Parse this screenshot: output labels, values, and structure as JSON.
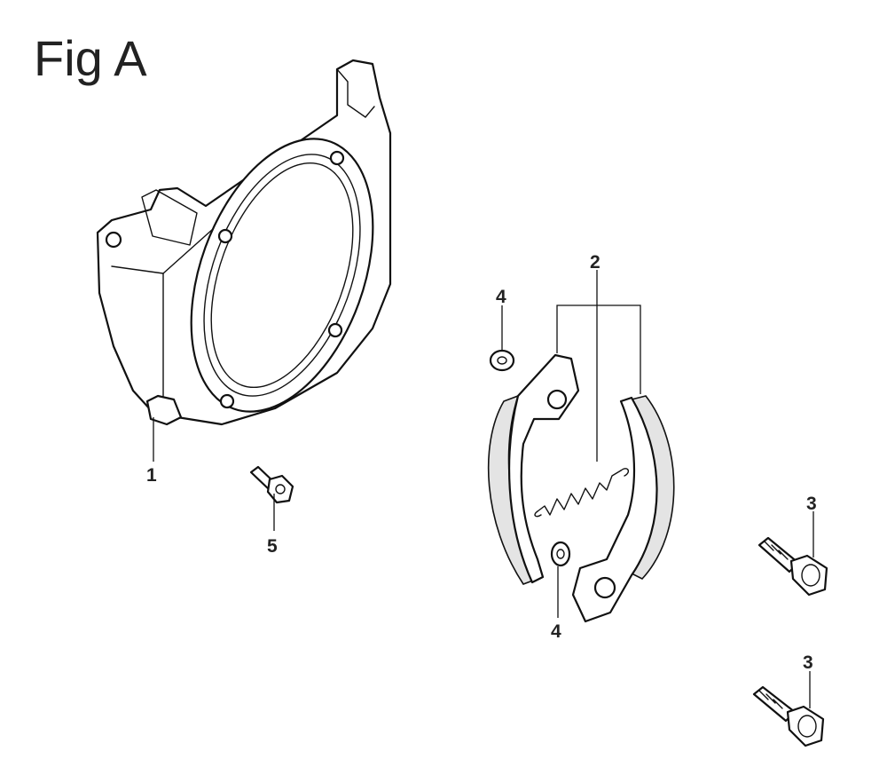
{
  "figure": {
    "title": "Fig A"
  },
  "callouts": [
    {
      "id": "1",
      "label": "1"
    },
    {
      "id": "2",
      "label": "2"
    },
    {
      "id": "3a",
      "label": "3"
    },
    {
      "id": "3b",
      "label": "3"
    },
    {
      "id": "4a",
      "label": "4"
    },
    {
      "id": "4b",
      "label": "4"
    },
    {
      "id": "5",
      "label": "5"
    }
  ]
}
